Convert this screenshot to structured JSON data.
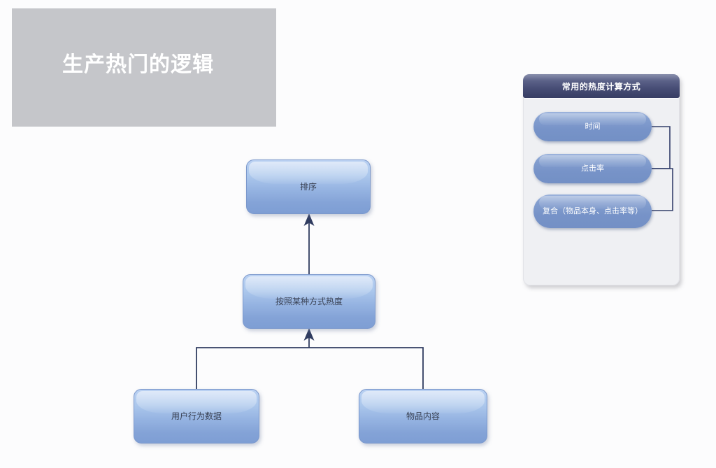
{
  "title": {
    "text": "生产热门的逻辑"
  },
  "flowchart": {
    "nodes": [
      {
        "id": "sort",
        "label": "排序"
      },
      {
        "id": "heat",
        "label": "按照某种方式热度"
      },
      {
        "id": "user_behavior",
        "label": "用户行为数据"
      },
      {
        "id": "item_content",
        "label": "物品内容"
      }
    ],
    "flow_direction": "bottom-up"
  },
  "panel": {
    "title": "常用的热度计算方式",
    "items": [
      {
        "label": "时间"
      },
      {
        "label": "点击率"
      },
      {
        "label": "复合（物品本身、点击率等）"
      }
    ]
  },
  "colors": {
    "node_fill_top": "#bad1f2",
    "node_fill_bottom": "#7e9ed4",
    "node_border": "#7b98cc",
    "node_text": "#3a4254",
    "pill_fill": "#7793c8",
    "panel_header_navy": "#373d63",
    "panel_body": "#eff0f3",
    "connector_navy": "#303c60",
    "title_card_gray": "#c5c6ca",
    "title_text": "#ffffff"
  }
}
